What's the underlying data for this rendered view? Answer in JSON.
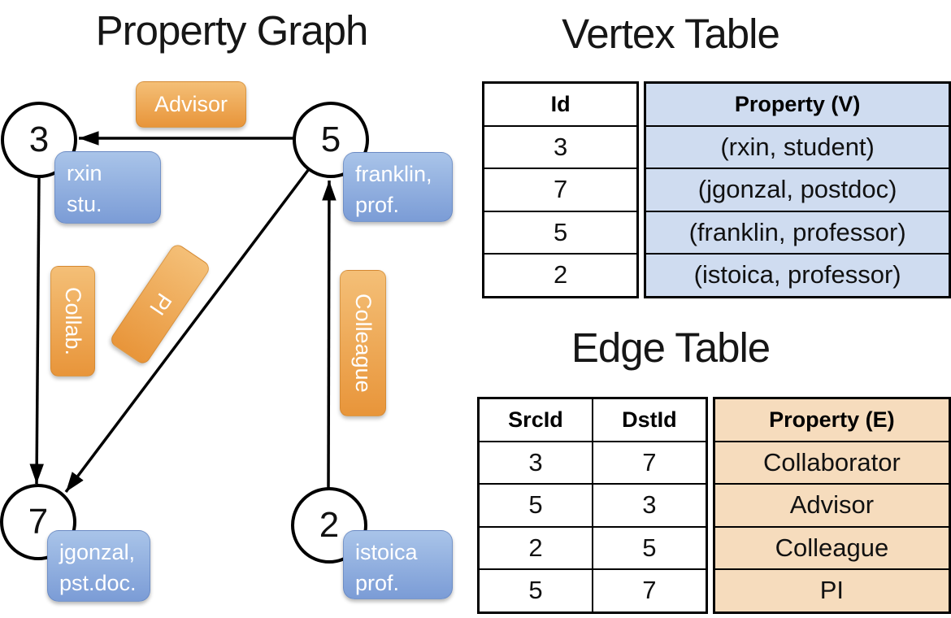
{
  "graph": {
    "title": "Property Graph",
    "nodes": [
      {
        "id": "3",
        "label_lines": [
          "rxin",
          "stu."
        ]
      },
      {
        "id": "5",
        "label_lines": [
          "franklin,",
          "prof."
        ]
      },
      {
        "id": "7",
        "label_lines": [
          "jgonzal,",
          "pst.doc."
        ]
      },
      {
        "id": "2",
        "label_lines": [
          "istoica",
          "prof."
        ]
      }
    ],
    "edges": [
      {
        "label": "Advisor",
        "src": "5",
        "dst": "3"
      },
      {
        "label": "Collab.",
        "src": "3",
        "dst": "7"
      },
      {
        "label": "PI",
        "src": "5",
        "dst": "7"
      },
      {
        "label": "Colleague",
        "src": "2",
        "dst": "5"
      }
    ]
  },
  "vertex_table": {
    "title": "Vertex Table",
    "columns": [
      "Id",
      "Property (V)"
    ],
    "rows": [
      [
        "3",
        "(rxin, student)"
      ],
      [
        "7",
        "(jgonzal, postdoc)"
      ],
      [
        "5",
        "(franklin, professor)"
      ],
      [
        "2",
        "(istoica, professor)"
      ]
    ]
  },
  "edge_table": {
    "title": "Edge Table",
    "columns": [
      "SrcId",
      "DstId",
      "Property (E)"
    ],
    "rows": [
      [
        "3",
        "7",
        "Collaborator"
      ],
      [
        "5",
        "3",
        "Advisor"
      ],
      [
        "2",
        "5",
        "Colleague"
      ],
      [
        "5",
        "7",
        "PI"
      ]
    ]
  },
  "colors": {
    "edge_label_top": "#f4bf77",
    "edge_label_bottom": "#e8953a",
    "vertex_label_top": "#a9c4e9",
    "vertex_label_bottom": "#7b9cd6",
    "vertex_property_bg": "#cfdcf0",
    "edge_property_bg": "#f6dcbd",
    "line": "#000000"
  }
}
